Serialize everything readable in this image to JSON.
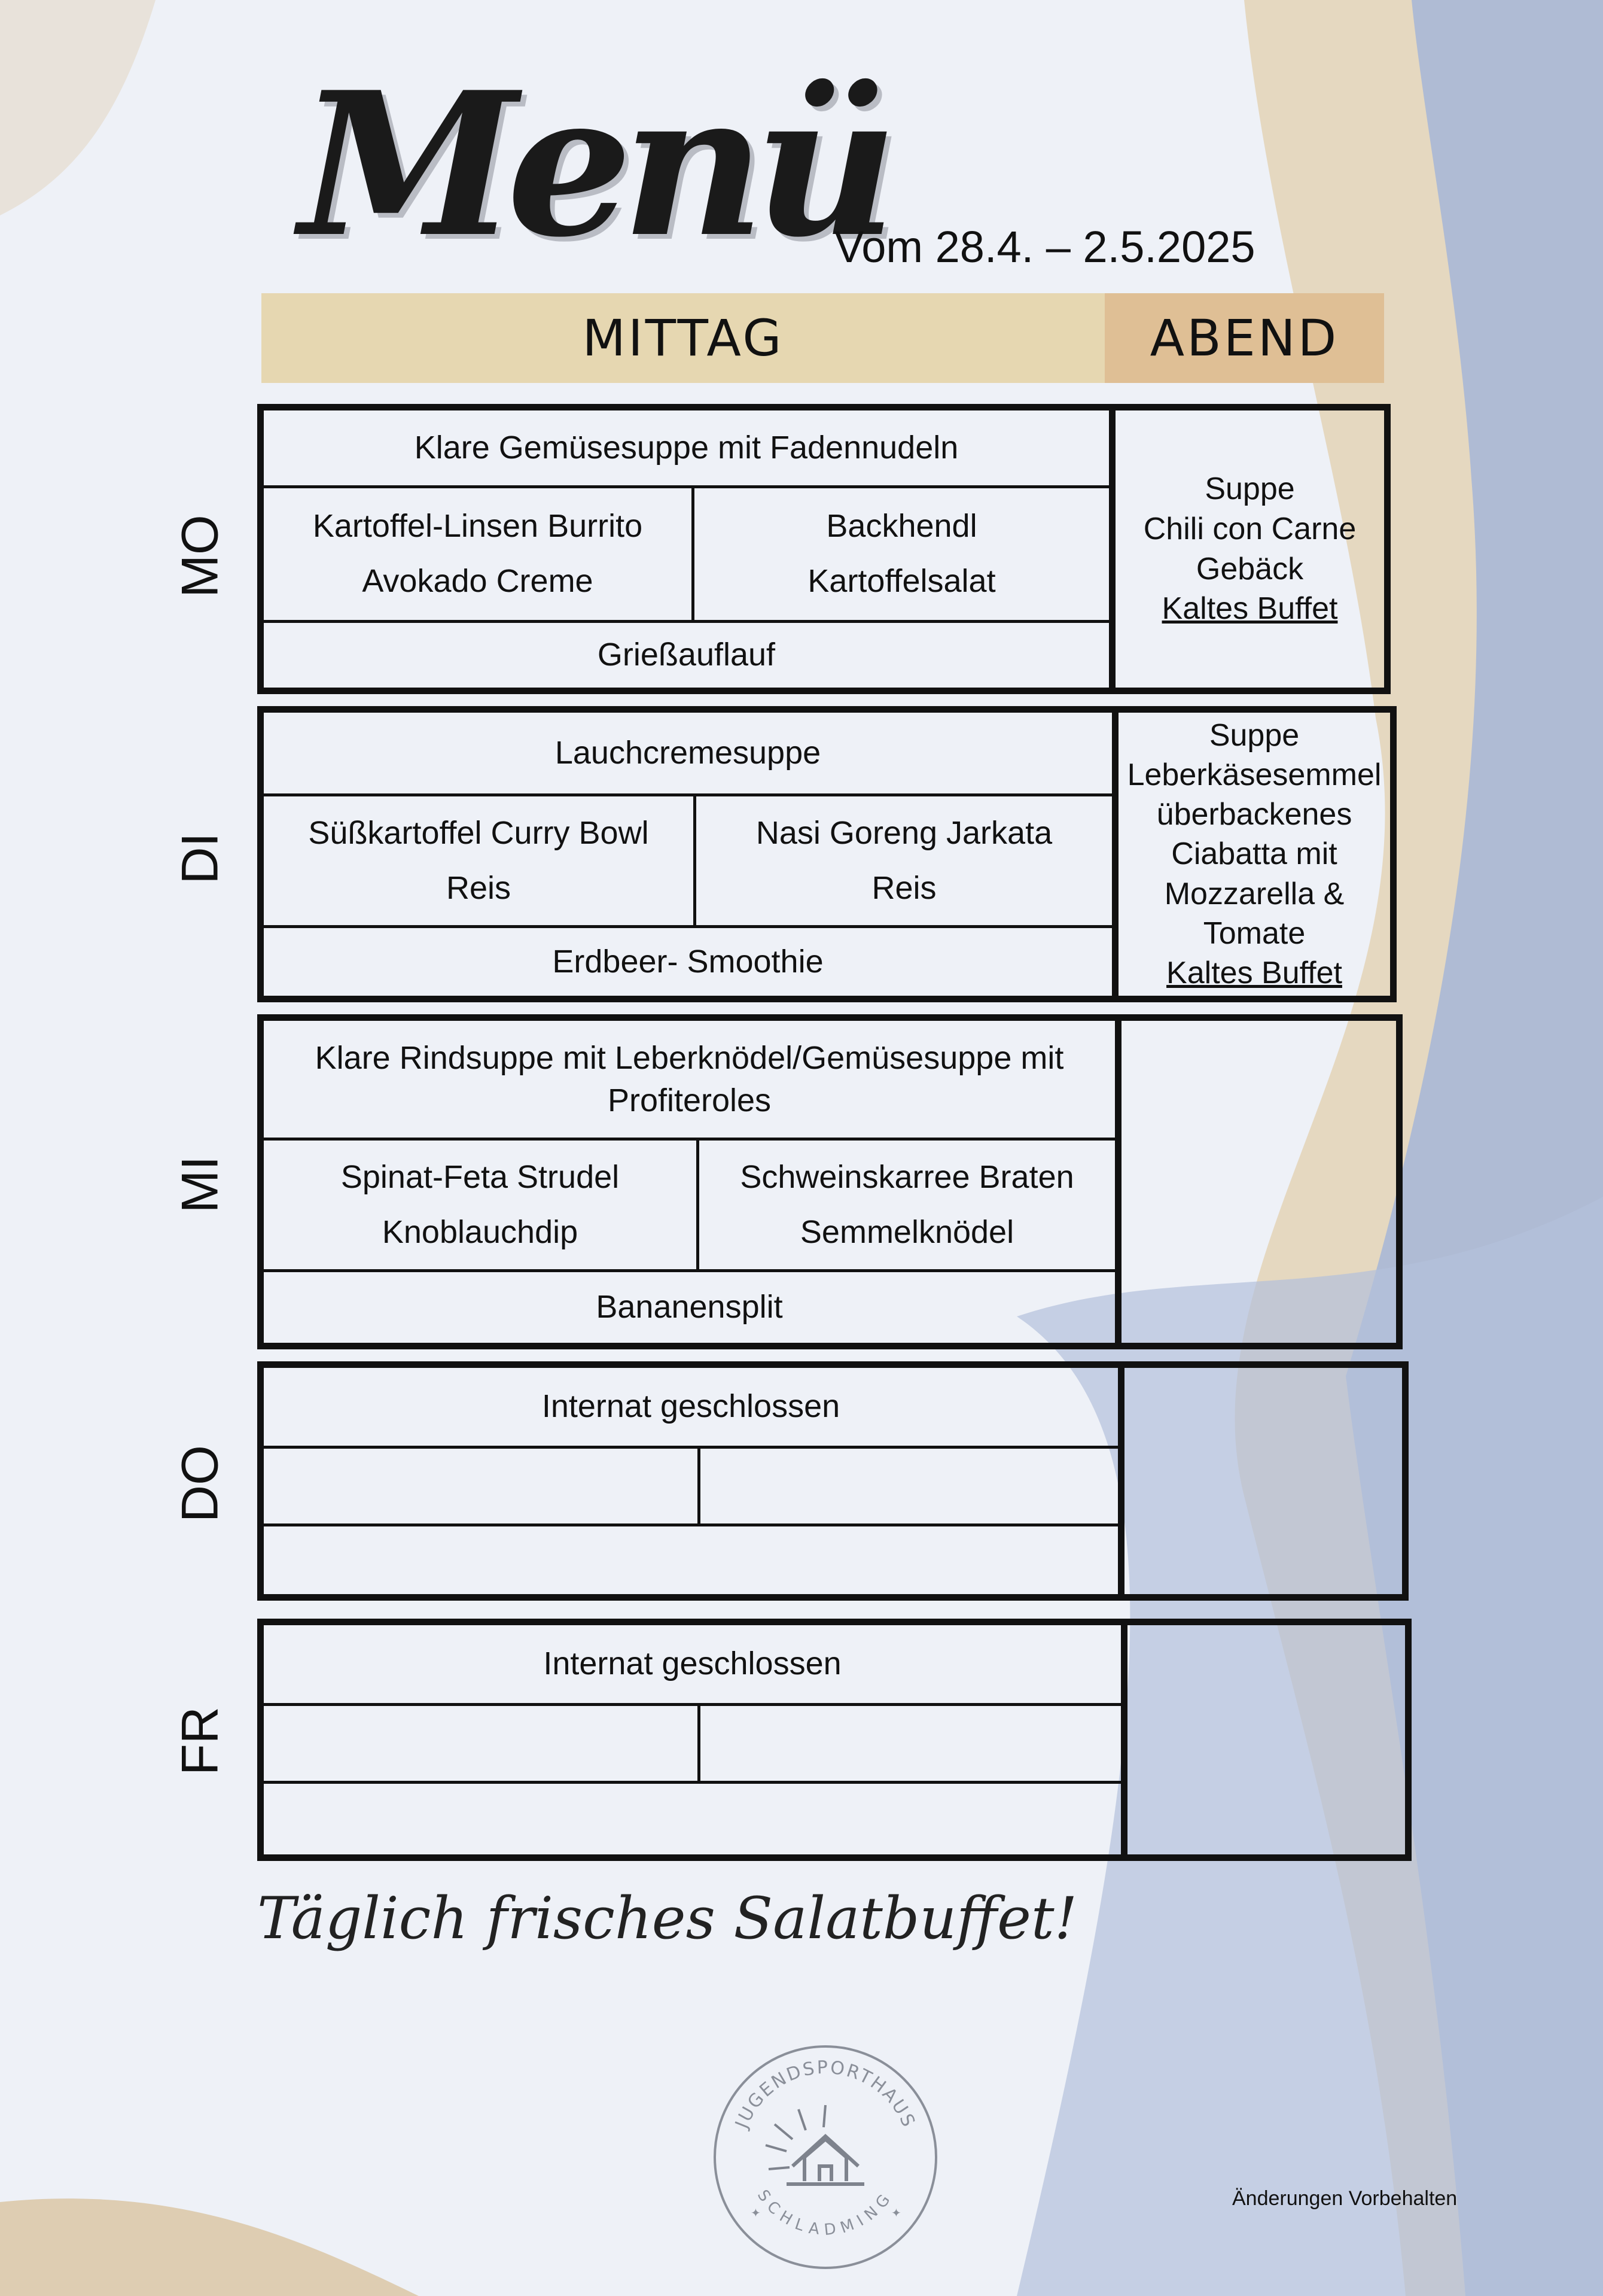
{
  "title": "Menü",
  "date_range": "Vom 28.4. – 2.5.2025",
  "headers": {
    "mittag": "MITTAG",
    "abend": "ABEND"
  },
  "days": [
    {
      "label": "MO",
      "soup": "Klare Gemüsesuppe mit Fadennudeln",
      "main_left": [
        "Kartoffel-Linsen Burrito",
        "Avokado Creme"
      ],
      "main_right": [
        "Backhendl",
        "Kartoffelsalat"
      ],
      "dessert": "Grießauflauf",
      "abend": [
        "Suppe",
        "Chili con Carne",
        "Gebäck"
      ],
      "abend_buffet": "Kaltes Buffet"
    },
    {
      "label": "DI",
      "soup": "Lauchcremesuppe",
      "main_left": [
        "Süßkartoffel Curry Bowl",
        "Reis"
      ],
      "main_right": [
        "Nasi Goreng Jarkata",
        "Reis"
      ],
      "dessert": "Erdbeer- Smoothie",
      "abend": [
        "Suppe",
        "Leberkäsesemmel",
        "überbackenes",
        "Ciabatta mit",
        "Mozzarella &",
        "Tomate"
      ],
      "abend_buffet": "Kaltes Buffet"
    },
    {
      "label": "MI",
      "soup": [
        "Klare Rindsuppe mit Leberknödel/Gemüsesuppe mit",
        "Profiteroles"
      ],
      "main_left": [
        "Spinat-Feta Strudel",
        "Knoblauchdip"
      ],
      "main_right": [
        "Schweinskarree Braten",
        "Semmelknödel"
      ],
      "dessert": "Bananensplit"
    },
    {
      "label": "DO",
      "soup": "Internat geschlossen"
    },
    {
      "label": "FR",
      "soup": "Internat geschlossen"
    }
  ],
  "footer": "Täglich frisches Salatbuffet!",
  "logo": {
    "top": "JUGENDSPORTHAUS",
    "bottom": "SCHLADMING"
  },
  "note": "Änderungen Vorbehalten",
  "colors": {
    "mittag_header": "#e6d7b1",
    "abend_header": "#dfbf95",
    "wave_blue": "#a9b8d6",
    "wave_beige": "#e2cfae"
  }
}
